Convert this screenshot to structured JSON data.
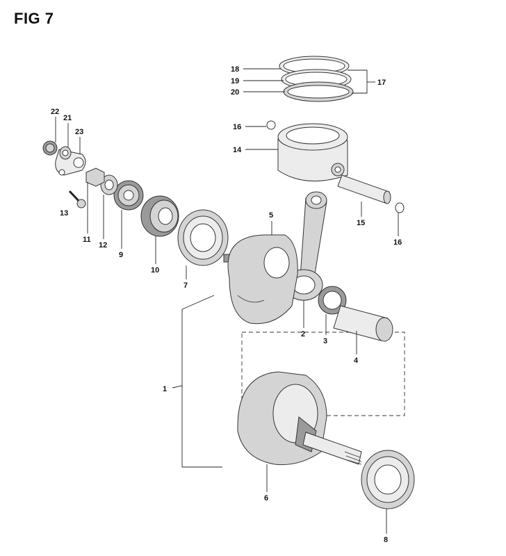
{
  "figure": {
    "title": "FIG 7"
  },
  "callouts": {
    "c1": "1",
    "c2": "2",
    "c3": "3",
    "c4": "4",
    "c5": "5",
    "c6": "6",
    "c7": "7",
    "c8": "8",
    "c9": "9",
    "c10": "10",
    "c11": "11",
    "c12": "12",
    "c13": "13",
    "c14": "14",
    "c15": "15",
    "c16a": "16",
    "c16b": "16",
    "c17": "17",
    "c18": "18",
    "c19": "19",
    "c20": "20",
    "c21": "21",
    "c22": "22",
    "c23": "23"
  }
}
